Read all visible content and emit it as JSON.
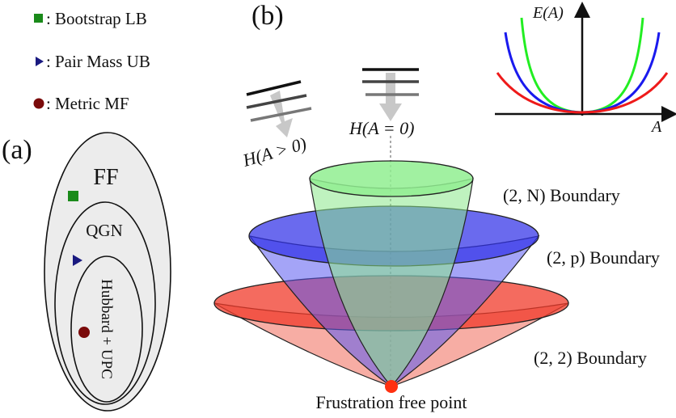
{
  "legend": [
    {
      "marker": "square",
      "color": "#1a8a1a",
      "label": "Bootstrap LB"
    },
    {
      "marker": "triangle",
      "color": "#1a1a80",
      "label": "Pair Mass UB"
    },
    {
      "marker": "circle",
      "color": "#7a0a0a",
      "label": "Metric MF"
    }
  ],
  "legend_sep": ":",
  "panel_a": {
    "tag": "(a)",
    "outer_label": "FF",
    "middle_label": "QGN",
    "inner_label": "Hubbard + UPC"
  },
  "panel_b": {
    "tag": "(b)",
    "operator_left": "H(A > 0)",
    "operator_center": "H(A = 0)",
    "inset_ylabel": "E(A)",
    "inset_xlabel": "A",
    "boundaries": [
      {
        "label": "(2, N) Boundary",
        "color": "#55dd55"
      },
      {
        "label": "(2, p) Boundary",
        "color": "#3030e0"
      },
      {
        "label": "(2, 2) Boundary",
        "color": "#f03020"
      }
    ],
    "point_label": "Frustration free point",
    "point_color": "#ff3010"
  },
  "colors": {
    "green": "#22dd22",
    "blue": "#1a1aee",
    "red": "#ee1a1a",
    "ellipse_fill": "#ececec"
  }
}
